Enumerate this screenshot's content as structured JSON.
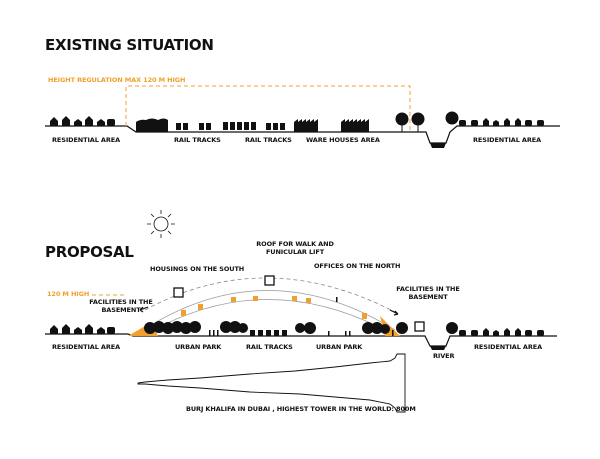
{
  "colors": {
    "accent": "#f0a030",
    "ink": "#111111"
  },
  "existing": {
    "title": "EXISTING SITUATION",
    "height_regulation": "HEIGHT REGULATION MAX 120 M HIGH",
    "labels": [
      "RESIDENTIAL AREA",
      "RAIL TRACKS",
      "RAIL TRACKS",
      "WARE HOUSES AREA",
      "RESIDENTIAL AREA"
    ]
  },
  "proposal": {
    "title": "PROPOSAL",
    "height_label": "120 M HIGH",
    "roof": [
      "ROOF FOR WALK AND",
      "FUNICULAR LIFT"
    ],
    "housings": "HOUSINGS ON THE SOUTH",
    "offices": "OFFICES ON THE NORTH",
    "facilities_left": [
      "FACILITIES IN THE",
      "BASEMENT"
    ],
    "facilities_right": [
      "FACILITIES IN THE",
      "BASEMENT"
    ],
    "labels": [
      "RESIDENTIAL AREA",
      "URBAN PARK",
      "RAIL TRACKS",
      "URBAN PARK",
      "RIVER",
      "RESIDENTIAL AREA"
    ],
    "burj_caption": "BURJ KHALIFA IN DUBAI , HIGHEST TOWER IN THE WORLD: 800M"
  },
  "icons": [
    "sun-icon",
    "elevator-icon",
    "tree-icon",
    "house-icon",
    "car-icon",
    "train-icon",
    "warehouse-icon",
    "person-icon",
    "river-icon",
    "burj-khalifa-outline"
  ]
}
